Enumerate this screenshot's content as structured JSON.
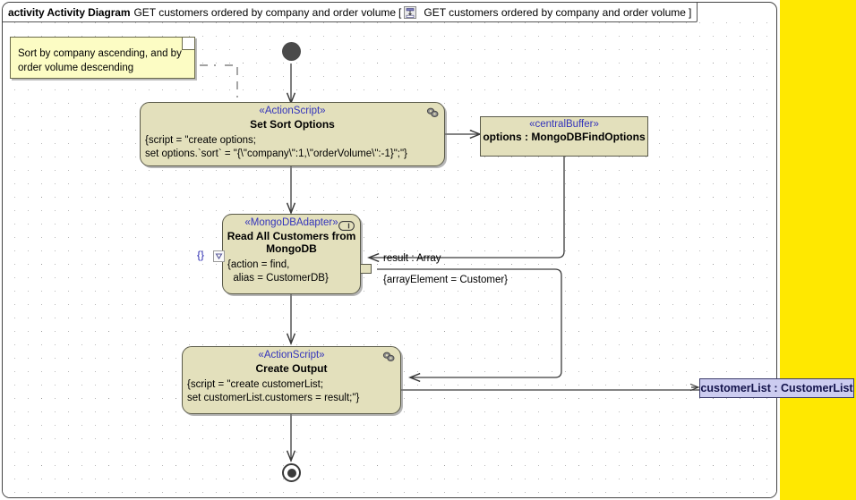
{
  "frame": {
    "keyword": "activity Activity Diagram",
    "name": "GET customers ordered by company and order volume",
    "bracket_open": "[",
    "bracket_close": "]",
    "icon": "activity-diagram-icon",
    "qualified_name": "GET customers ordered by company and order volume"
  },
  "note": {
    "text": "Sort by company ascending, and by\norder volume descending",
    "fill": "#fcfcc4"
  },
  "nodes": {
    "initial": {
      "name": "initial-node"
    },
    "set_sort_options": {
      "stereotype": "«ActionScript»",
      "title": "Set Sort Options",
      "body": "{script = \"create options;\nset options.`sort` = \"{\\\"company\\\":1,\\\"orderVolume\\\":-1}\";\"}",
      "icon": "script-link-icon"
    },
    "options_buffer": {
      "stereotype": "«centralBuffer»",
      "label": "options : MongoDBFindOptions"
    },
    "read_all_customers": {
      "stereotype": "«MongoDBAdapter»",
      "title": "Read All Customers\nfrom MongoDB",
      "body": "{action = find,\n  alias = CustomerDB}",
      "icon": "adapter-toggle-icon"
    },
    "create_output": {
      "stereotype": "«ActionScript»",
      "title": "Create Output",
      "body": "{script = \"create customerList;\nset customerList.customers = result;\"}",
      "icon": "script-link-icon"
    },
    "customer_list": {
      "label": "customerList : CustomerList",
      "fill": "#ccccf0"
    },
    "final": {
      "name": "final-node"
    }
  },
  "edges": {
    "result_label": "result : Array",
    "result_constraint": "{arrayElement = Customer}"
  },
  "decorations": {
    "braces_glyph": "{}",
    "small_box_glyph": "▽"
  },
  "colors": {
    "node_fill": "#e3e0bc",
    "node_border": "#5a5a4a",
    "stereotype_text": "#3333bb",
    "note_fill": "#fcfcc4",
    "object_lavender": "#ccccf0",
    "panel_yellow": "#ffe800",
    "canvas": "#ffffff"
  }
}
